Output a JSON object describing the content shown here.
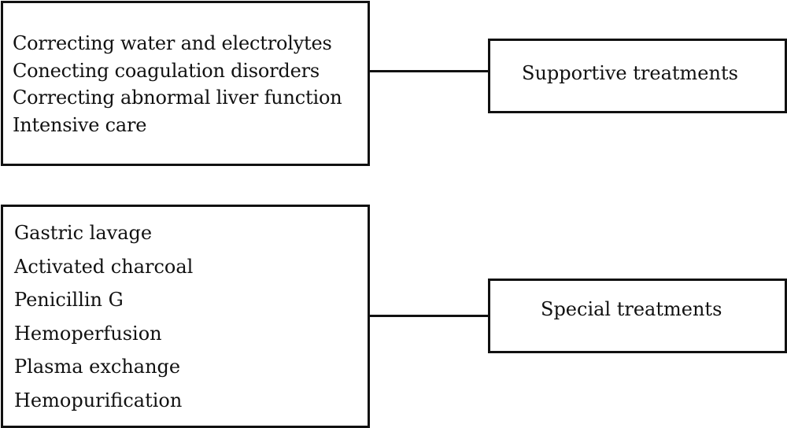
{
  "diagram": {
    "supportive": {
      "label": "Supportive treatments",
      "items": [
        "Correcting water and electrolytes",
        "Conecting coagulation disorders",
        "Correcting abnormal liver function",
        "Intensive care"
      ]
    },
    "special": {
      "label": "Special treatments",
      "items": [
        "Gastric lavage",
        "Activated charcoal",
        "Penicillin G",
        "Hemoperfusion",
        "Plasma exchange",
        "Hemopurification"
      ]
    }
  }
}
